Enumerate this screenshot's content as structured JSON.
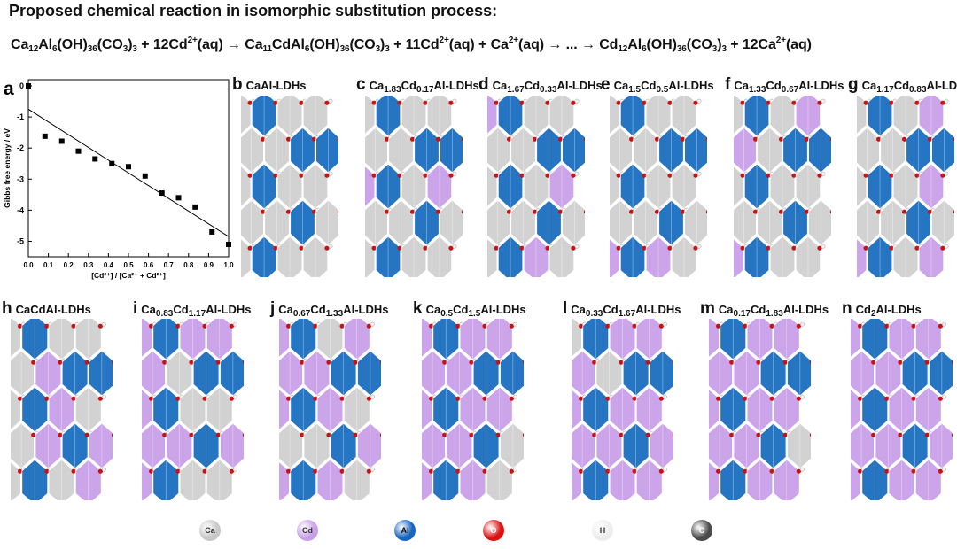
{
  "heading": "Proposed chemical reaction in isomorphic substitution process:",
  "equation": [
    {
      "t": "Ca"
    },
    {
      "sub": "12"
    },
    {
      "t": "Al"
    },
    {
      "sub": "6"
    },
    {
      "t": "(OH)"
    },
    {
      "sub": "36"
    },
    {
      "t": "(CO"
    },
    {
      "sub": "3"
    },
    {
      "t": ")"
    },
    {
      "sub": "3"
    },
    {
      "t": " + 12Cd"
    },
    {
      "sup": "2+"
    },
    {
      "t": "(aq) → Ca"
    },
    {
      "sub": "11"
    },
    {
      "t": "CdAl"
    },
    {
      "sub": "6"
    },
    {
      "t": "(OH)"
    },
    {
      "sub": "36"
    },
    {
      "t": "(CO"
    },
    {
      "sub": "3"
    },
    {
      "t": ")"
    },
    {
      "sub": "3"
    },
    {
      "t": " + 11Cd"
    },
    {
      "sup": "2+"
    },
    {
      "t": "(aq) + Ca"
    },
    {
      "sup": "2+"
    },
    {
      "t": "(aq) → ... → Cd"
    },
    {
      "sub": "12"
    },
    {
      "t": "Al"
    },
    {
      "sub": "6"
    },
    {
      "t": "(OH)"
    },
    {
      "sub": "36"
    },
    {
      "t": "(CO"
    },
    {
      "sub": "3"
    },
    {
      "t": ")"
    },
    {
      "sub": "3"
    },
    {
      "t": " + 12Ca"
    },
    {
      "sup": "2+"
    },
    {
      "t": "(aq)"
    }
  ],
  "chart_data": {
    "type": "scatter",
    "panel_letter": "a",
    "xlabel": "[Cd²⁺] / [Ca²⁺ + Cd²⁺]",
    "ylabel": "Gibbs free energy / eV",
    "xlim": [
      0.0,
      1.0
    ],
    "ylim": [
      -5.5,
      0.2
    ],
    "xticks": [
      0.0,
      0.1,
      0.2,
      0.3,
      0.4,
      0.5,
      0.6,
      0.7,
      0.8,
      0.9,
      1.0
    ],
    "xtick_labels": [
      "0.0",
      "0.1",
      "0.2",
      "0.3",
      "0.4",
      "0.5",
      "0.6",
      "0.7",
      "0.8",
      "0.9",
      "1.0"
    ],
    "yticks": [
      0,
      -1,
      -2,
      -3,
      -4,
      -5
    ],
    "ytick_labels": [
      "0",
      "-1",
      "-2",
      "-3",
      "-4",
      "-5"
    ],
    "x": [
      0.0,
      0.083,
      0.167,
      0.25,
      0.333,
      0.417,
      0.5,
      0.583,
      0.667,
      0.75,
      0.833,
      0.917,
      1.0
    ],
    "y": [
      0.0,
      -1.62,
      -1.78,
      -2.1,
      -2.35,
      -2.5,
      -2.6,
      -2.9,
      -3.45,
      -3.6,
      -3.9,
      -4.7,
      -5.1
    ],
    "fit": {
      "x": [
        0.0,
        1.0
      ],
      "y": [
        -0.75,
        -4.85
      ]
    }
  },
  "panels": [
    {
      "letter": "b",
      "parts": [
        {
          "t": "CaAl-LDHs"
        }
      ],
      "cd": 0.0
    },
    {
      "letter": "c",
      "parts": [
        {
          "t": "Ca"
        },
        {
          "sub": "1.83"
        },
        {
          "t": "Cd"
        },
        {
          "sub": "0.17"
        },
        {
          "t": "Al-LDHs"
        }
      ],
      "cd": 0.083
    },
    {
      "letter": "d",
      "parts": [
        {
          "t": "Ca"
        },
        {
          "sub": "1.67"
        },
        {
          "t": "Cd"
        },
        {
          "sub": "0.33"
        },
        {
          "t": "Al-LDHs"
        }
      ],
      "cd": 0.167
    },
    {
      "letter": "e",
      "parts": [
        {
          "t": "Ca"
        },
        {
          "sub": "1.5"
        },
        {
          "t": "Cd"
        },
        {
          "sub": "0.5"
        },
        {
          "t": "Al-LDHs"
        }
      ],
      "cd": 0.25
    },
    {
      "letter": "f",
      "parts": [
        {
          "t": "Ca"
        },
        {
          "sub": "1.33"
        },
        {
          "t": "Cd"
        },
        {
          "sub": "0.67"
        },
        {
          "t": "Al-LDHs"
        }
      ],
      "cd": 0.333
    },
    {
      "letter": "g",
      "parts": [
        {
          "t": "Ca"
        },
        {
          "sub": "1.17"
        },
        {
          "t": "Cd"
        },
        {
          "sub": "0.83"
        },
        {
          "t": "Al-LDHs"
        }
      ],
      "cd": 0.417
    },
    {
      "letter": "h",
      "parts": [
        {
          "t": "CaCdAl-LDHs"
        }
      ],
      "cd": 0.5
    },
    {
      "letter": "i",
      "parts": [
        {
          "t": "Ca"
        },
        {
          "sub": "0.83"
        },
        {
          "t": "Cd"
        },
        {
          "sub": "1.17"
        },
        {
          "t": "Al-LDHs"
        }
      ],
      "cd": 0.583
    },
    {
      "letter": "j",
      "parts": [
        {
          "t": "Ca"
        },
        {
          "sub": "0.67"
        },
        {
          "t": "Cd"
        },
        {
          "sub": "1.33"
        },
        {
          "t": "Al-LDHs"
        }
      ],
      "cd": 0.667
    },
    {
      "letter": "k",
      "parts": [
        {
          "t": "Ca"
        },
        {
          "sub": "0.5"
        },
        {
          "t": "Cd"
        },
        {
          "sub": "1.5"
        },
        {
          "t": "Al-LDHs"
        }
      ],
      "cd": 0.75
    },
    {
      "letter": "l",
      "parts": [
        {
          "t": "Ca"
        },
        {
          "sub": "0.33"
        },
        {
          "t": "Cd"
        },
        {
          "sub": "1.67"
        },
        {
          "t": "Al-LDHs"
        }
      ],
      "cd": 0.833
    },
    {
      "letter": "m",
      "parts": [
        {
          "t": "Ca"
        },
        {
          "sub": "0.17"
        },
        {
          "t": "Cd"
        },
        {
          "sub": "1.83"
        },
        {
          "t": "Al-LDHs"
        }
      ],
      "cd": 0.917
    },
    {
      "letter": "n",
      "parts": [
        {
          "t": "Cd"
        },
        {
          "sub": "2"
        },
        {
          "t": "Al-LDHs"
        }
      ],
      "cd": 1.0
    }
  ],
  "colors": {
    "ca": "#d0d0d0",
    "cd": "#c9a0e8",
    "al": "#1a6ec0",
    "o": "#cc1111",
    "h": "#f2f2f2",
    "c": "#555555"
  },
  "legend": [
    {
      "label": "Ca",
      "color": "#c8c8c8",
      "text": "#333333"
    },
    {
      "label": "Cd",
      "color": "#c89ee6",
      "text": "#333333"
    },
    {
      "label": "Al",
      "color": "#1566c4",
      "text": "#111111"
    },
    {
      "label": "O",
      "color": "#dd1111",
      "text": "#ffffff"
    },
    {
      "label": "H",
      "color": "#ededed",
      "text": "#333333"
    },
    {
      "label": "C",
      "color": "#4a4a4a",
      "text": "#ffffff"
    }
  ]
}
